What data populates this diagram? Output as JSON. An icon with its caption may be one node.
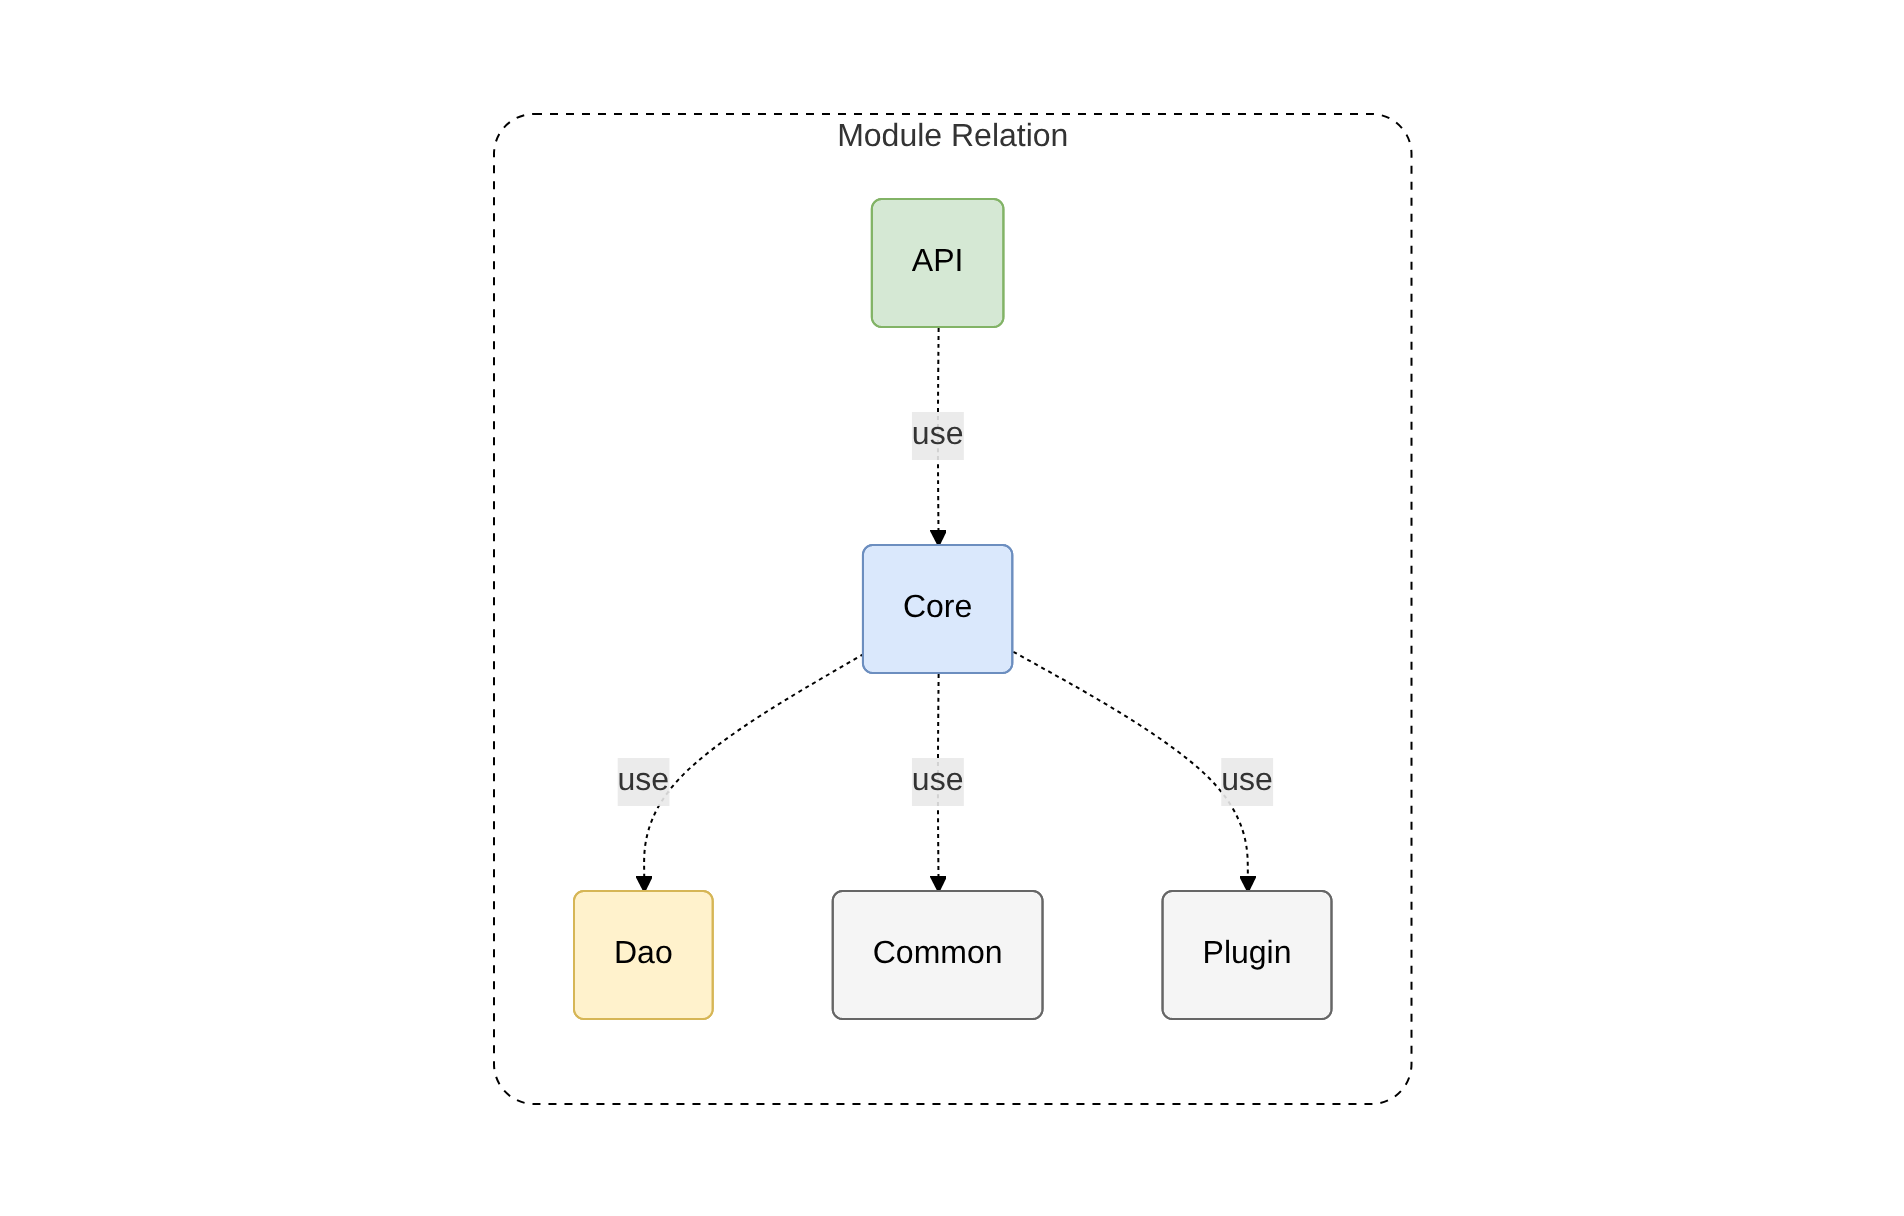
{
  "diagram": {
    "nodes": [
      {
        "text": [
          "Module Relation"
        ]
      },
      {
        "text": [
          "API"
        ],
        "in": 0
      },
      {
        "text": [
          "Core"
        ],
        "in": 0
      },
      {
        "text": [
          "Dao"
        ],
        "in": 0
      },
      {
        "text": [
          "Common"
        ],
        "in": 0
      },
      {
        "text": [
          "Plugin"
        ],
        "in": 0
      }
    ],
    "edges": [
      {
        "from": 1,
        "to": 2,
        "arrow": "to",
        "label": "use",
        "style": "dashed"
      },
      {
        "from": 2,
        "to": 3,
        "arrow": "to",
        "label": "use",
        "style": "dashed"
      },
      {
        "from": 2,
        "to": 4,
        "arrow": "to",
        "label": "use",
        "style": "dashed"
      },
      {
        "from": 2,
        "to": 5,
        "arrow": "to",
        "label": "use",
        "style": "dashed"
      }
    ]
  }
}
